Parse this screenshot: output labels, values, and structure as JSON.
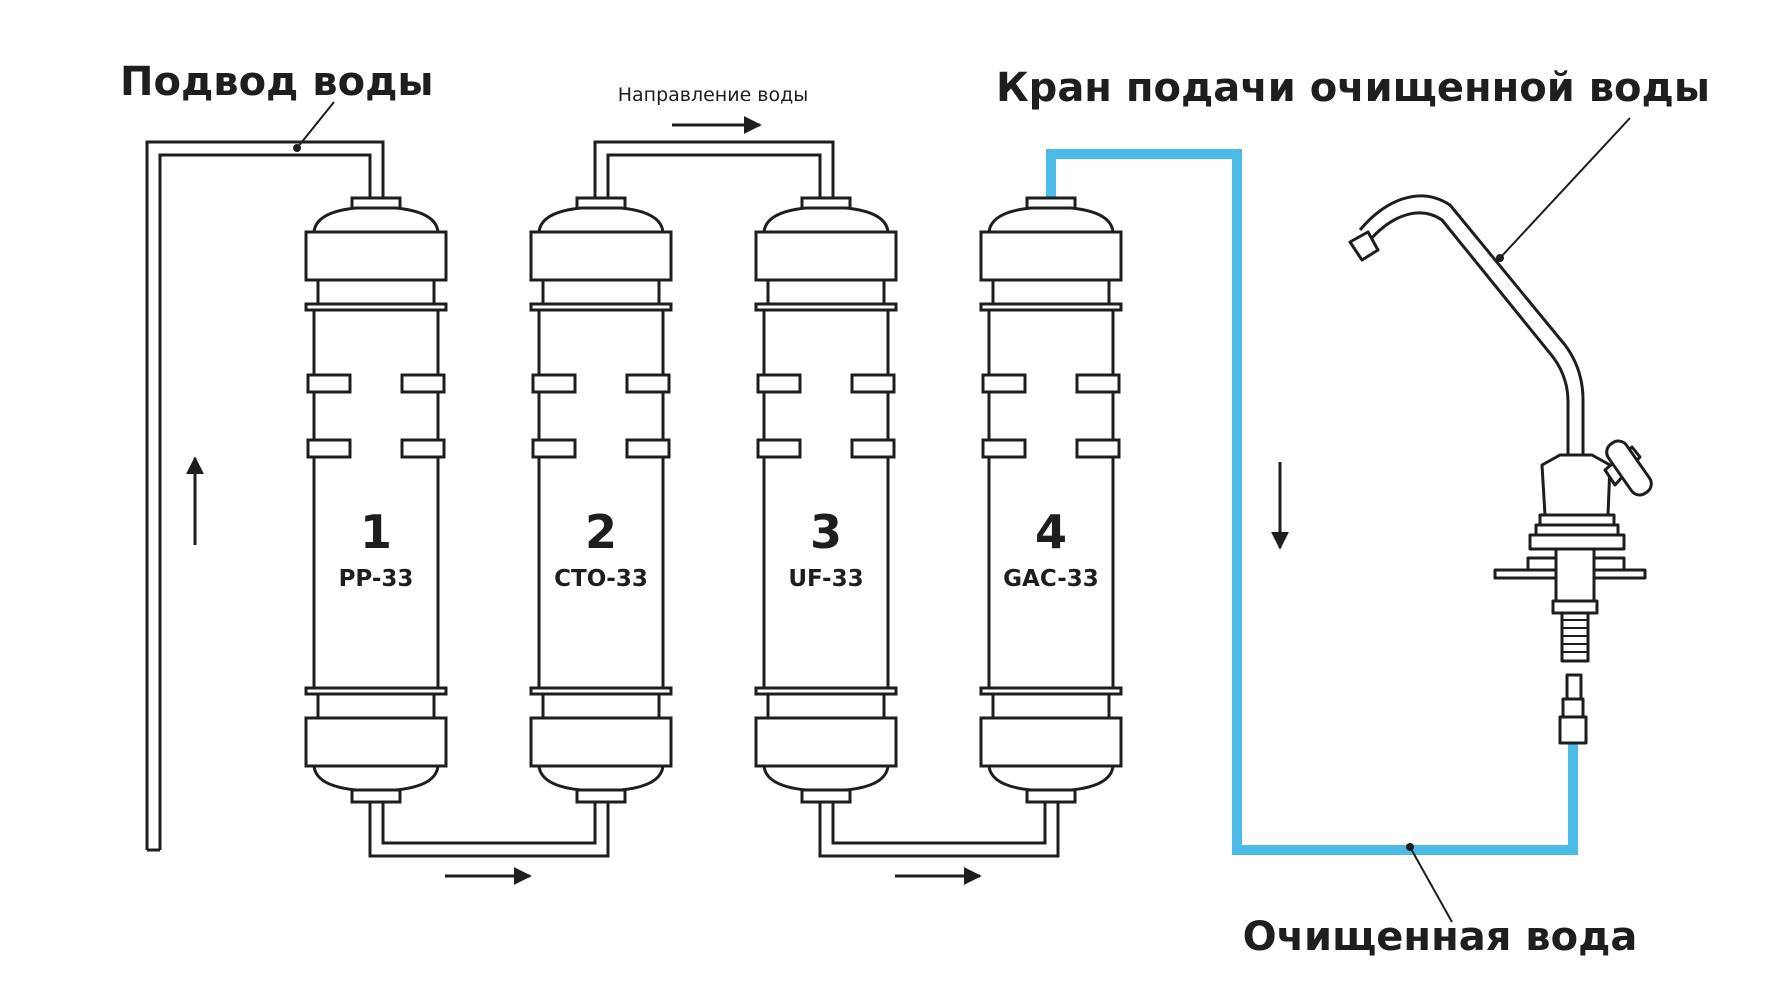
{
  "labels": {
    "inlet": "Подвод воды",
    "direction": "Направление воды",
    "faucet": "Кран подачи очищенной воды",
    "purified": "Очищенная вода"
  },
  "filters": [
    {
      "number": "1",
      "model": "PP-33"
    },
    {
      "number": "2",
      "model": "СТО-33"
    },
    {
      "number": "3",
      "model": "UF-33"
    },
    {
      "number": "4",
      "model": "GAC-33"
    }
  ],
  "colors": {
    "outline": "#1e1e1e",
    "purified_line": "#4dbbe8",
    "background": "#ffffff"
  }
}
